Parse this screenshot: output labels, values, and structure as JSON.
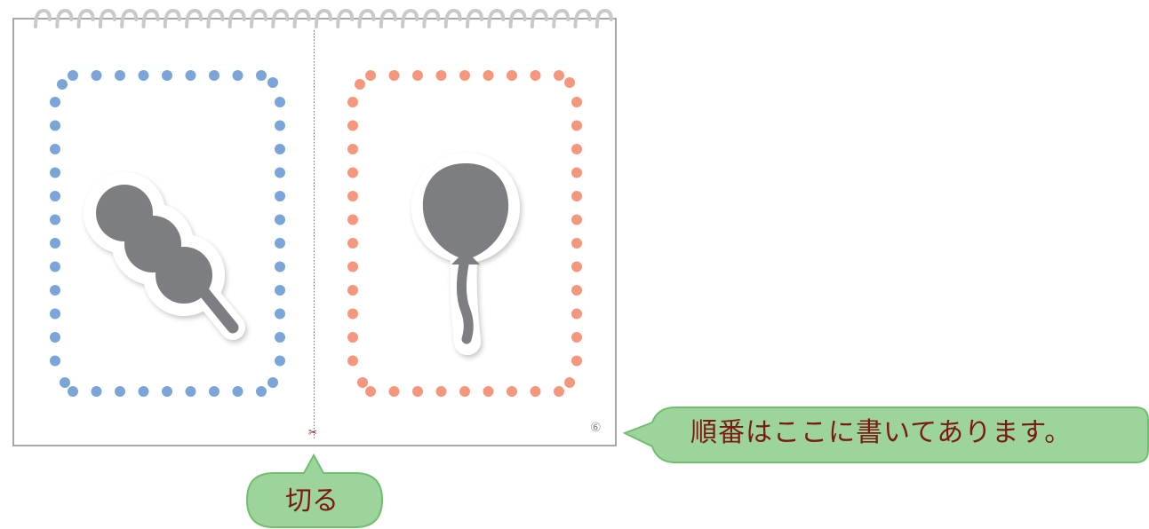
{
  "callouts": {
    "order_note": "順番はここに書いてあります。",
    "cut_note": "切る"
  },
  "page": {
    "number": "⑥"
  },
  "icons": {
    "left_card": "dango-icon",
    "right_card": "balloon-icon",
    "cut_mark": "scissors-icon"
  },
  "colors": {
    "left_dots": "#7ba5d8",
    "right_dots": "#f5977d",
    "silhouette": "#7d7e82",
    "callout_fill": "#9dd49b",
    "callout_stroke": "#6fbf6c",
    "callout_text": "#7a1a12",
    "cut_line": "#a0522d"
  }
}
